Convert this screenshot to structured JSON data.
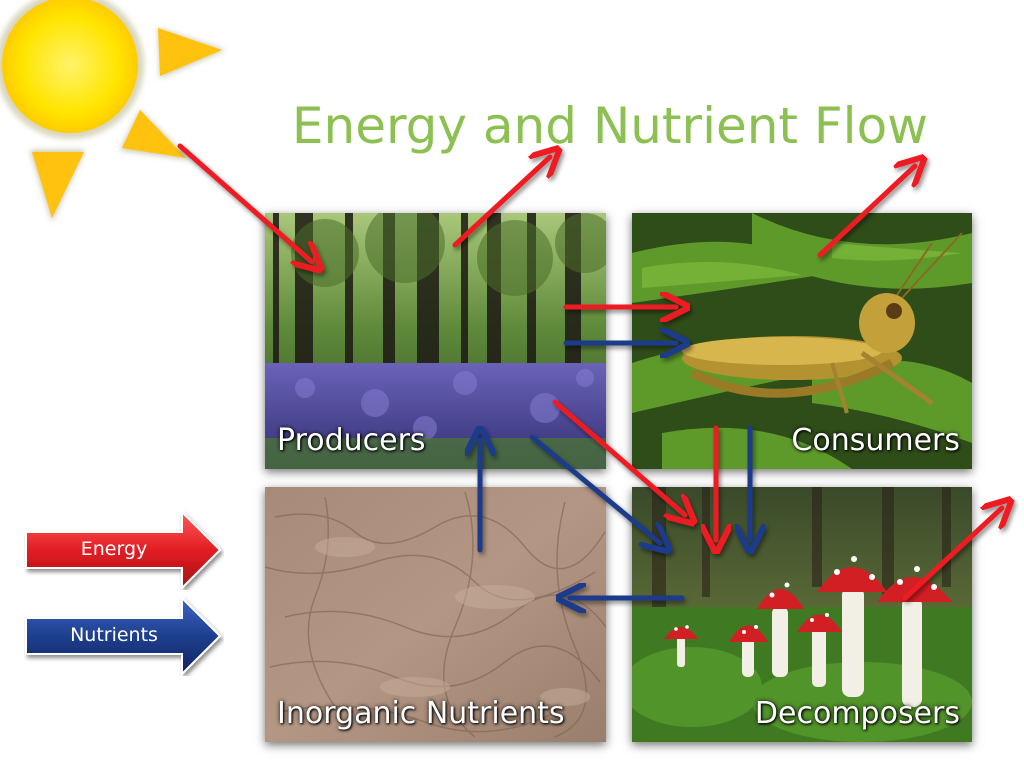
{
  "slide": {
    "title": "Energy and Nutrient Flow",
    "title_color": "#8cc152"
  },
  "panels": {
    "producers": {
      "label": "Producers"
    },
    "consumers": {
      "label": "Consumers"
    },
    "inorganic": {
      "label": "Inorganic Nutrients"
    },
    "decomposers": {
      "label": "Decomposers"
    }
  },
  "legend": {
    "energy": {
      "label": "Energy",
      "color": "#e31e24"
    },
    "nutrients": {
      "label": "Nutrients",
      "color": "#1f3f8f"
    }
  },
  "flow_colors": {
    "energy": "#ee1c24",
    "nutrients": "#1c3a8a"
  },
  "icons": [
    "sun-icon"
  ]
}
